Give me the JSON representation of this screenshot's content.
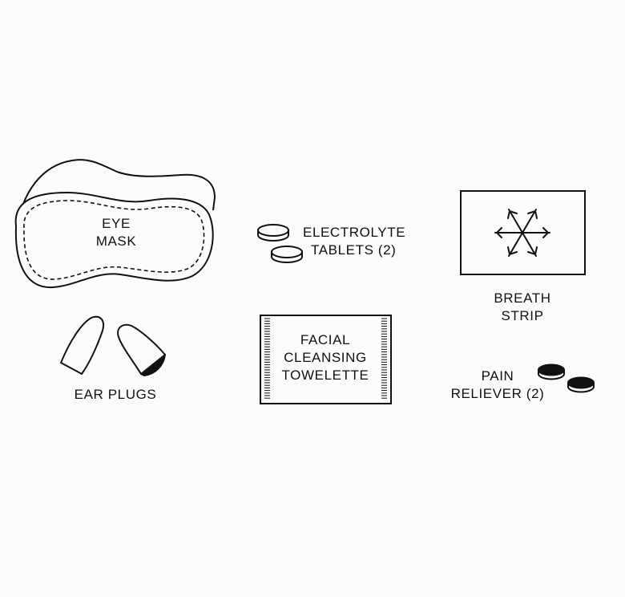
{
  "items": {
    "eye_mask": {
      "line1": "EYE",
      "line2": "MASK"
    },
    "electrolyte_tablets": {
      "line1": "ELECTROLYTE",
      "line2": "TABLETS (2)"
    },
    "breath_strip": {
      "line1": "BREATH",
      "line2": "STRIP"
    },
    "ear_plugs": {
      "label": "EAR PLUGS"
    },
    "towelette": {
      "line1": "FACIAL",
      "line2": "CLEANSING",
      "line3": "TOWELETTE"
    },
    "pain_reliever": {
      "line1": "PAIN",
      "line2": "RELIEVER (2)"
    }
  },
  "icons": [
    "eye-mask-icon",
    "tablets-icon",
    "snowflake-icon",
    "ear-plugs-icon",
    "towelette-icon",
    "pills-icon"
  ],
  "colors": {
    "ink": "#111111",
    "background": "#fcfcfc"
  }
}
